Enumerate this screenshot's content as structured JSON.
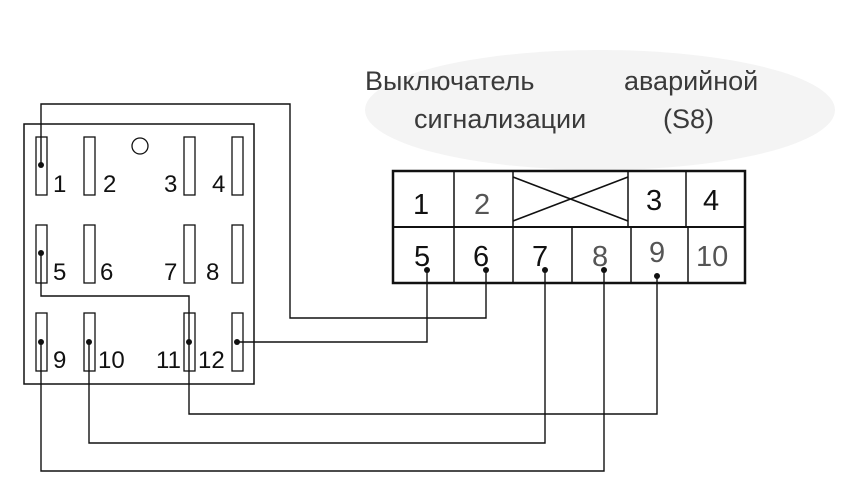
{
  "title": {
    "line1_left": "Выключатель",
    "line1_right": "аварийной",
    "line2_left": "сигнализации",
    "line2_right": "(S8)"
  },
  "relay_block": {
    "pins": [
      {
        "label": "1"
      },
      {
        "label": "2"
      },
      {
        "label": "3"
      },
      {
        "label": "4"
      },
      {
        "label": "5"
      },
      {
        "label": "6"
      },
      {
        "label": "7"
      },
      {
        "label": "8"
      },
      {
        "label": "9"
      },
      {
        "label": "10"
      },
      {
        "label": "11"
      },
      {
        "label": "12"
      }
    ]
  },
  "connector": {
    "top_row": [
      "1",
      "2",
      "3",
      "4"
    ],
    "bottom_row": [
      "5",
      "6",
      "7",
      "8",
      "9",
      "10"
    ]
  },
  "wiring": [
    {
      "from": "1",
      "to": "6"
    },
    {
      "from": "12",
      "to": "5"
    },
    {
      "from": "11",
      "to": "9"
    },
    {
      "from": "10",
      "to": "7"
    },
    {
      "from": "9",
      "to": "8"
    }
  ],
  "colors": {
    "line": "#111111",
    "title_text": "#3a3a3a",
    "title_background": "#f2f2f2"
  }
}
